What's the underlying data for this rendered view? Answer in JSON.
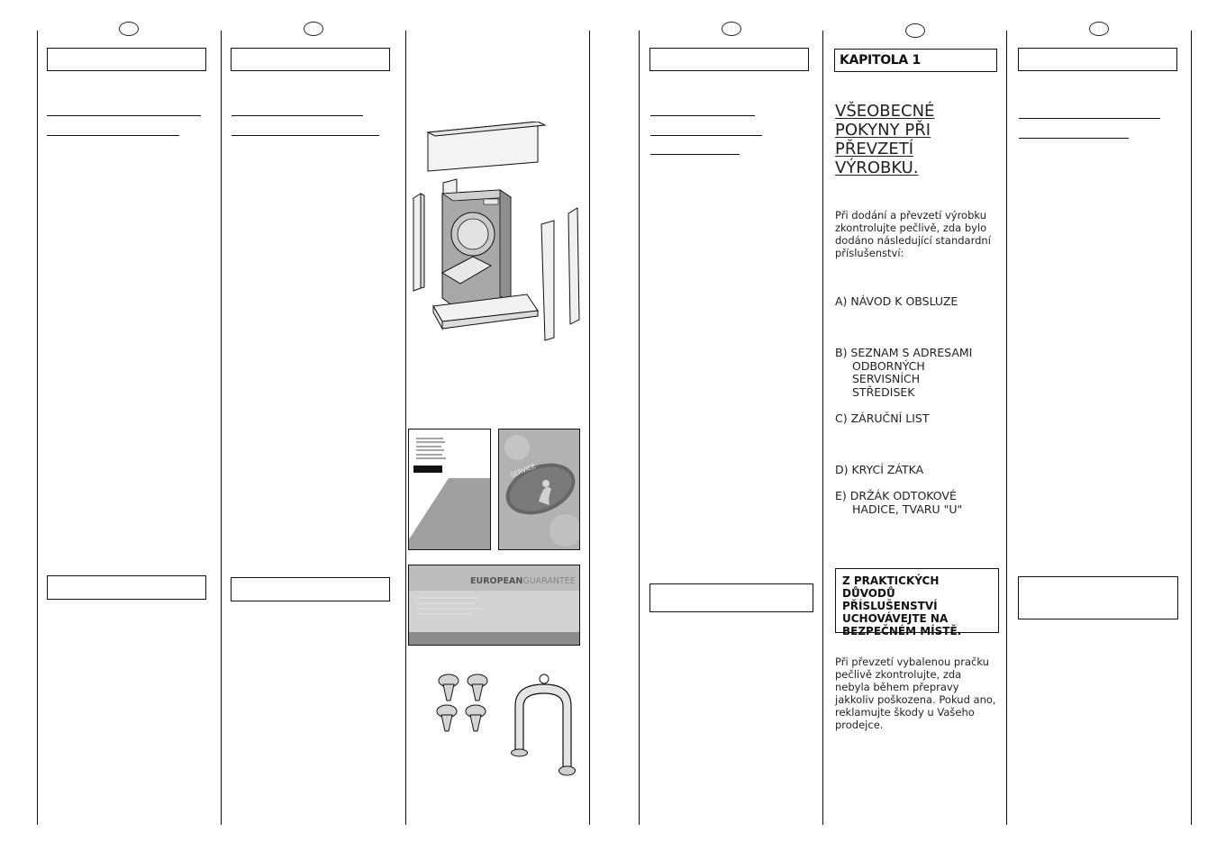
{
  "chapter": {
    "label": "KAPITOLA 1"
  },
  "section_title": {
    "lines": [
      "VŠEOBECNÉ",
      "POKYNY PŘI",
      "PŘEVZETÍ",
      "VÝROBKU."
    ]
  },
  "intro_text": "Při dodání a převzetí výrobku zkontrolujte pečlivě, zda bylo dodáno následující standardní příslušenství:",
  "accessories": {
    "a": "A) NÁVOD K OBSLUZE",
    "b_line1": "B) SEZNAM S ADRESAMI",
    "b_line2": "ODBORNÝCH",
    "b_line3": "SERVISNÍCH",
    "b_line4": "STŘEDISEK",
    "c": "C) ZÁRUČNÍ LIST",
    "d": "D) KRYCÍ ZÁTKA",
    "e_line1": "E) DRŽÁK ODTOKOVÉ",
    "e_line2": "HADICE, TVARU \"U\""
  },
  "notice": {
    "line1": "Z PRAKTICKÝCH",
    "line2": "DŮVODŮ PŘÍSLUŠENSTVÍ",
    "line3": "UCHOVÁVEJTE NA",
    "line4": "BEZPEČNÉM MÍSTĚ."
  },
  "inspection_text": "Při převzetí vybalenou pračku pečlivě zkontrolujte, zda nebyla během přepravy jakkoliv poškozena. Pokud ano, reklamujte škody u Vašeho prodejce.",
  "illustrations": {
    "guarantee_card_text_bold": "EUROPEAN",
    "guarantee_card_text_light": "GUARANTEE",
    "service_card_text": "SERVICE"
  },
  "colors": {
    "ink": "#111111",
    "gray_fill": "#9a9a9a",
    "card_gray": "#b5b5b5"
  }
}
